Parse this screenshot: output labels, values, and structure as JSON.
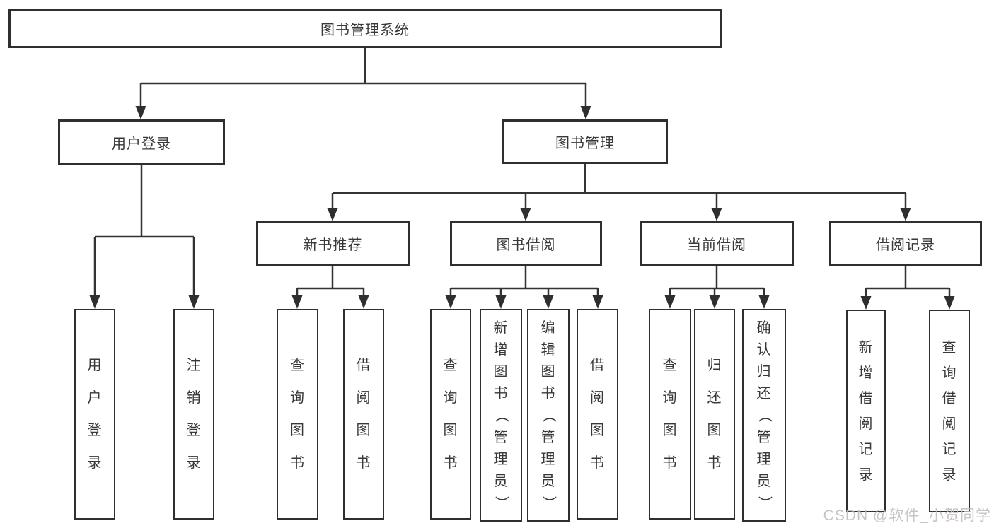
{
  "diagram": {
    "root": {
      "label": "图书管理系统"
    },
    "branches": [
      {
        "label": "用户登录",
        "children": [
          "用户登录",
          "注销登录"
        ]
      },
      {
        "label": "图书管理",
        "children": [
          {
            "label": "新书推荐",
            "children": [
              "查询图书",
              "借阅图书"
            ]
          },
          {
            "label": "图书借阅",
            "children": [
              "查询图书",
              "新增图书（管理员）",
              "编辑图书（管理员）",
              "借阅图书"
            ]
          },
          {
            "label": "当前借阅",
            "children": [
              "查询图书",
              "归还图书",
              "确认归还（管理员）"
            ]
          },
          {
            "label": "借阅记录",
            "children": [
              "新增借阅记录",
              "查询借阅记录"
            ]
          }
        ]
      }
    ]
  },
  "watermark": {
    "text": "CSDN @软件_小贺同学"
  },
  "colors": {
    "line": "#333333",
    "box_border": "#2f2f2f",
    "text": "#383838",
    "watermark": "#c1bbbb"
  }
}
